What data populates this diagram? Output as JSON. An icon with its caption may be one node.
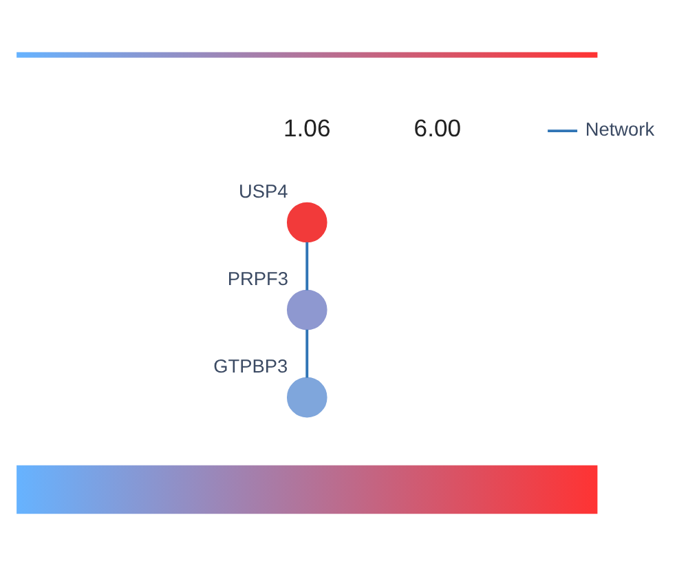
{
  "diagram": {
    "nodes": [
      {
        "text": [],
        "shape": "bar"
      },
      {
        "text": [
          "USP4"
        ]
      },
      {
        "text": [
          "PRPF3"
        ]
      },
      {
        "text": [
          "GTPBP3"
        ]
      },
      {
        "text": [],
        "shape": "bar"
      }
    ],
    "edges": [
      {
        "from": 1,
        "to": 2,
        "arrow": "none"
      },
      {
        "from": 2,
        "to": 3,
        "arrow": "none"
      }
    ],
    "labels": [
      "1.06",
      "6.00"
    ],
    "legend": [
      {
        "text": "Network"
      }
    ]
  }
}
